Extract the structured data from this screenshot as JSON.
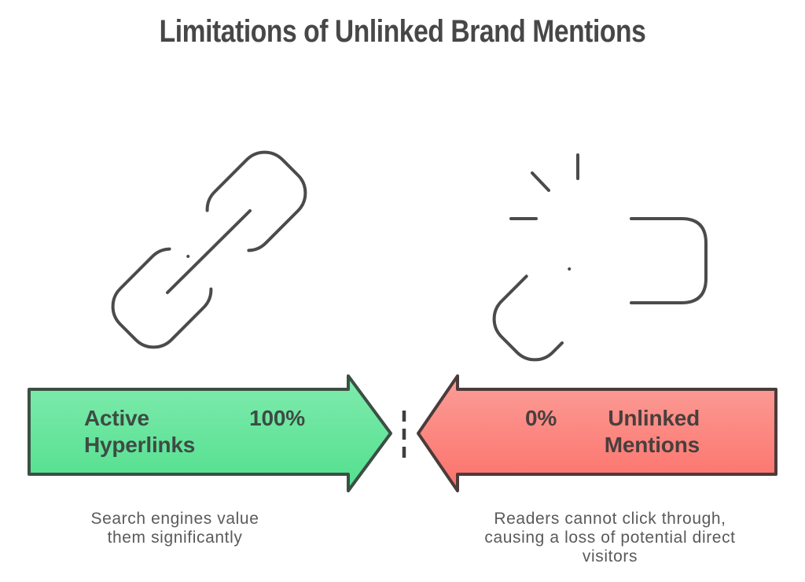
{
  "title": "Limitations of Unlinked Brand Mentions",
  "colors": {
    "green_top": "#80ebae",
    "green_bottom": "#52df8d",
    "green_border": "#3c4f44",
    "green_text": "#3e4b44",
    "red_top": "#fb9e98",
    "red_bottom": "#fc716a",
    "red_border": "#4b3b3a",
    "red_text": "#493f3d",
    "icon_stroke": "#4b4b4b",
    "title_text": "#474747",
    "caption_text": "#5a5a5a",
    "divider": "#404040"
  },
  "linked": {
    "icon": "chain-link-icon",
    "arrow_label": "Active\nHyperlinks",
    "arrow_percent": "100%",
    "caption": "Search engines value\nthem significantly"
  },
  "unlinked": {
    "icon": "broken-chain-link-icon",
    "arrow_label": "Unlinked\nMentions",
    "arrow_percent": "0%",
    "caption": "Readers cannot click through,\ncausing a loss of potential direct\nvisitors"
  }
}
